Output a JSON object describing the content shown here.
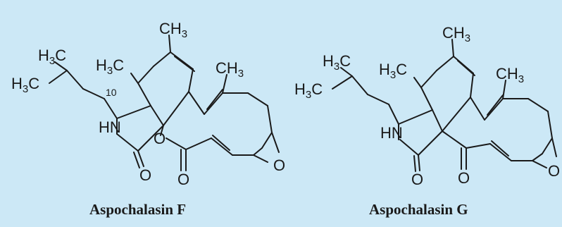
{
  "compounds": [
    {
      "name": "Aspochalasin F",
      "labels": {
        "ch3_top": [
          "CH",
          "3"
        ],
        "ch3_ring": [
          "CH",
          "3"
        ],
        "h3c_a": [
          "H",
          "3",
          "C"
        ],
        "h3c_b": [
          "H",
          "3",
          "C"
        ],
        "h3c_c": [
          "H",
          "3",
          "C"
        ],
        "position": "10",
        "nh": "HN",
        "o_lactam": "O",
        "o_ester": "O",
        "o_carbonyl": "O",
        "o_epoxide": "O"
      }
    },
    {
      "name": "Aspochalasin G",
      "labels": {
        "ch3_top": [
          "CH",
          "3"
        ],
        "ch3_ring": [
          "CH",
          "3"
        ],
        "h3c_a": [
          "H",
          "3",
          "C"
        ],
        "h3c_b": [
          "H",
          "3",
          "C"
        ],
        "h3c_c": [
          "H",
          "3",
          "C"
        ],
        "nh": "HN",
        "o_lactam": "O",
        "o_ketone": "O",
        "o_epoxide": "O"
      }
    }
  ]
}
